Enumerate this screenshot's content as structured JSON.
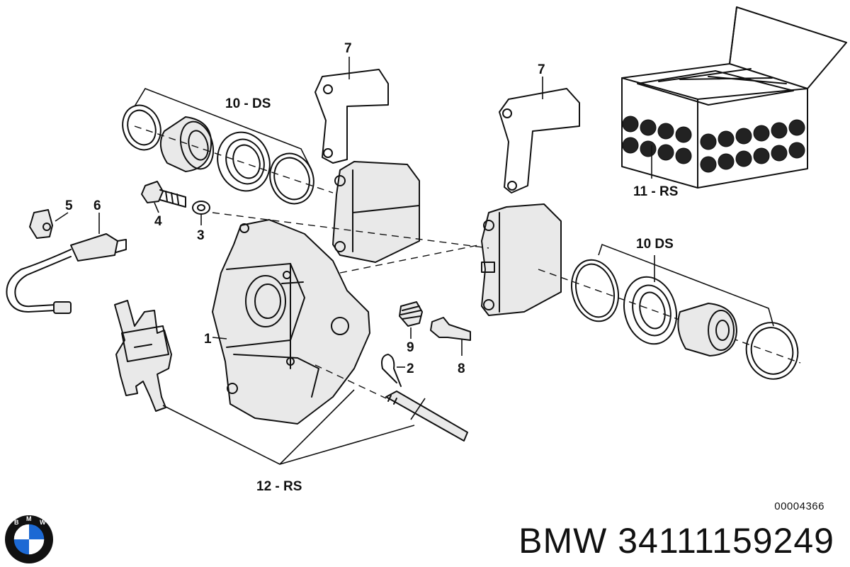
{
  "labels": {
    "l1": "1",
    "l2": "2",
    "l3": "3",
    "l4": "4",
    "l5": "5",
    "l6": "6",
    "l7a": "7",
    "l7b": "7",
    "l8": "8",
    "l9": "9",
    "l10a": "10 - DS",
    "l10b": "10  DS",
    "l11": "11 - RS",
    "l12": "12 - RS"
  },
  "diagram_ref": "00004366",
  "caption": "BMW 34111159249",
  "logo": {
    "colors": {
      "outer": "#111111",
      "blue": "#1c69d4",
      "white": "#ffffff"
    }
  }
}
